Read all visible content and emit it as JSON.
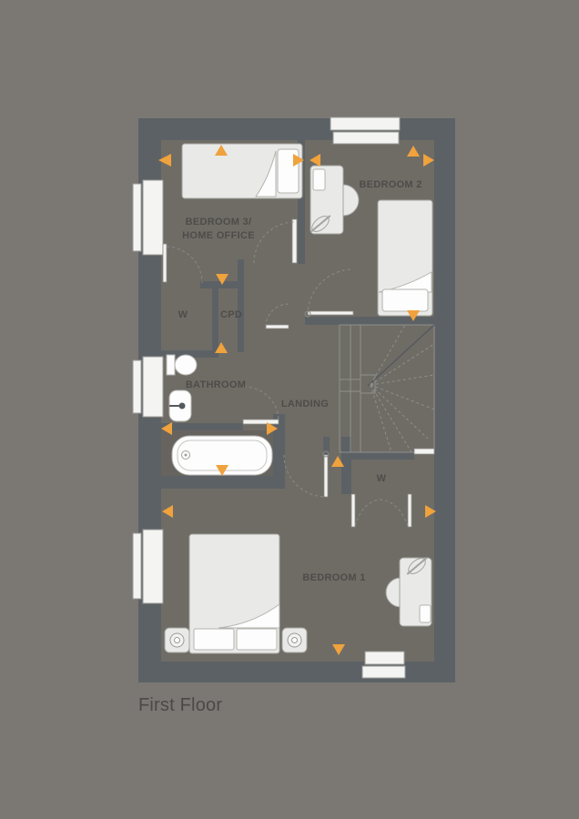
{
  "floor_title": "First Floor",
  "rooms": {
    "bedroom3": {
      "label_line1": "BEDROOM 3/",
      "label_line2": "HOME OFFICE"
    },
    "bedroom2": {
      "label": "BEDROOM 2"
    },
    "closet_w": {
      "label": "W"
    },
    "cpd": {
      "label": "CPD"
    },
    "bathroom": {
      "label": "BATHROOM"
    },
    "landing": {
      "label": "LANDING"
    },
    "wardrobe_w": {
      "label": "W"
    },
    "bedroom1": {
      "label": "BEDROOM 1"
    }
  },
  "colors": {
    "background": "#7B7874",
    "wall": "#5C6165",
    "floor": "#6F6C66",
    "bath_alcove": "#67645F",
    "furniture_fill": "#E9E9E7",
    "furniture_stroke": "#A3A39F",
    "white_furniture": "#FDFDFD",
    "accent_arrow": "#F0A23C",
    "label_text": "#4E4C49",
    "title_text": "#4B4946"
  }
}
